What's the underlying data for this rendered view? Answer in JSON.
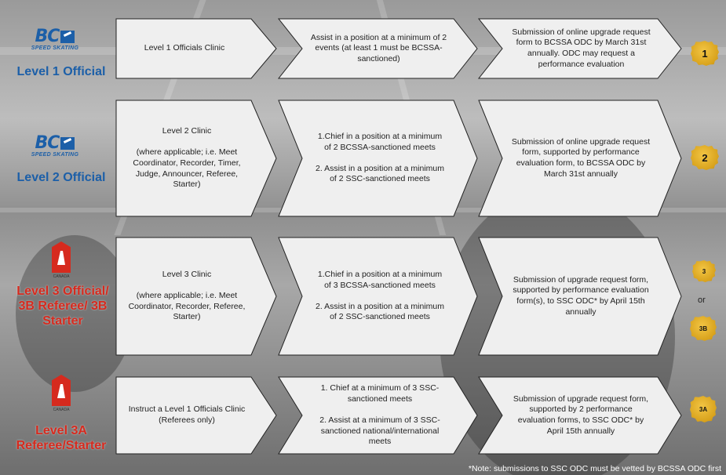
{
  "rows": [
    {
      "label": "Level 1 Official",
      "logo": "bc-speed-skating-logo",
      "steps": [
        "Level 1 Officials Clinic",
        "Assist in a position at a minimum of 2 events (at least 1 must be BCSSA-sanctioned)",
        "Submission of online upgrade request form to BCSSA ODC by March 31st annually. ODC may request a performance evaluation"
      ],
      "badges": [
        "1"
      ]
    },
    {
      "label": "Level 2 Official",
      "logo": "bc-speed-skating-logo",
      "steps": [
        "Level 2 Clinic\n\n(where applicable; i.e.  Meet Coordinator, Recorder, Timer, Judge, Announcer, Referee, Starter)",
        "1.Chief in a position at a minimum of 2 BCSSA-sanctioned meets\n\n2. Assist in a position at a minimum of 2 SSC-sanctioned meets",
        "Submission of online upgrade request form, supported by performance evaluation form, to BCSSA ODC by March 31st annually"
      ],
      "badges": [
        "2"
      ]
    },
    {
      "label": "Level 3 Official/ 3B Referee/ 3B Starter",
      "logo": "speed-skating-canada-logo",
      "steps": [
        "Level 3 Clinic\n\n(where applicable; i.e. Meet Coordinator, Recorder, Referee, Starter)",
        "1.Chief in a position at a minimum of 3 BCSSA-sanctioned meets\n\n2. Assist in a position at a minimum of 2 SSC-sanctioned meets",
        "Submission of upgrade request form, supported by performance evaluation form(s), to SSC ODC* by April 15th annually"
      ],
      "badges": [
        "3",
        "3B"
      ],
      "or_text": "or"
    },
    {
      "label": "Level 3A Referee/Starter",
      "logo": "speed-skating-canada-logo",
      "steps": [
        "Instruct a Level 1 Officials Clinic (Referees only)",
        "1. Chief at a minimum of 3 SSC-sanctioned meets\n\n2. Assist at a minimum of 3 SSC-sanctioned national/international meets",
        "Submission of upgrade request form, supported by 2 performance evaluation forms, to SSC ODC* by April 15th annually"
      ],
      "badges": [
        "3A"
      ]
    }
  ],
  "logo_text": {
    "bc": "BC",
    "bc_sub": "SPEED SKATING",
    "ssc_sub": "CANADA"
  },
  "footnote": "*Note: submissions to SSC ODC must be vetted by BCSSA ODC first",
  "colors": {
    "chevron_fill": "#efefef",
    "chevron_stroke": "#222222",
    "bc_blue": "#1c5fa8",
    "ssc_red": "#d62a1e",
    "badge_gold": "#e0aa22"
  }
}
